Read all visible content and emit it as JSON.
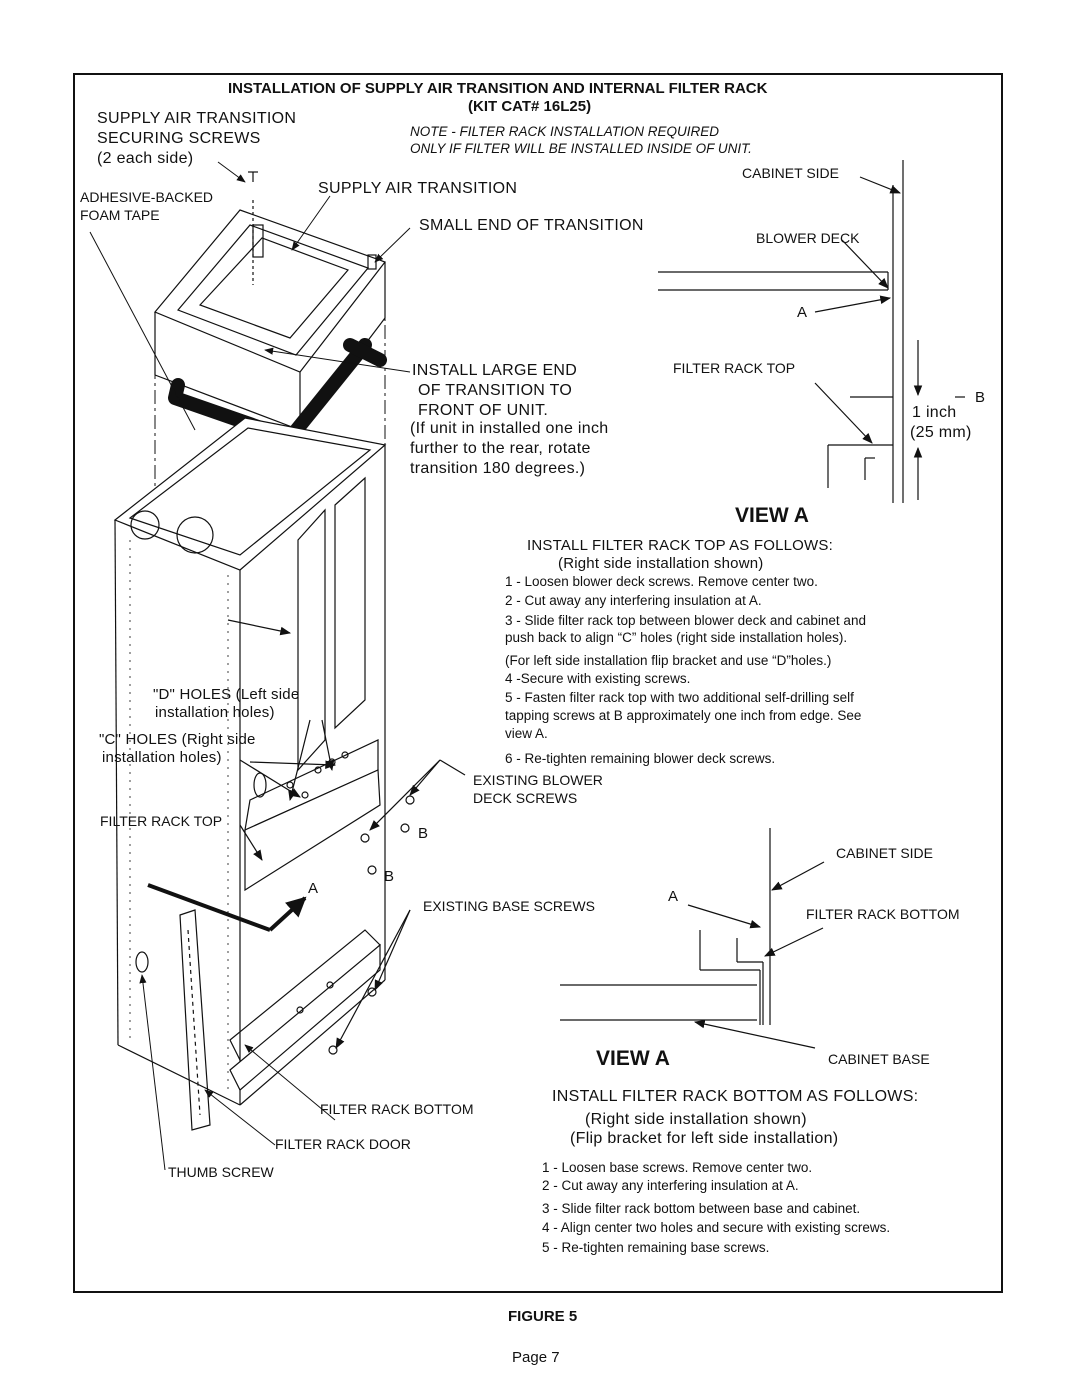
{
  "title_line1": "INSTALLATION OF SUPPLY AIR TRANSITION AND INTERNAL FILTER RACK",
  "title_line2": "(KIT CAT# 16L25)",
  "note_line1": "NOTE - FILTER RACK INSTALLATION REQUIRED",
  "note_line2": "ONLY IF FILTER WILL BE INSTALLED INSIDE OF UNIT.",
  "labels": {
    "supply_transition_screws_1": "SUPPLY AIR TRANSITION",
    "supply_transition_screws_2": "SECURING SCREWS",
    "supply_transition_screws_3": "(2 each side)",
    "foam_tape_1": "ADHESIVE-BACKED",
    "foam_tape_2": "FOAM TAPE",
    "supply_air_transition": "SUPPLY AIR TRANSITION",
    "small_end": "SMALL END OF TRANSITION",
    "install_large_1": "INSTALL LARGE END",
    "install_large_2": "OF TRANSITION TO",
    "install_large_3": "FRONT OF UNIT.",
    "install_large_4": "(If unit in installed one inch",
    "install_large_5": "further to the rear, rotate",
    "install_large_6": "transition 180 degrees.)",
    "d_holes_1": "\"D\" HOLES (Left side",
    "d_holes_2": "installation holes)",
    "c_holes_1": "\"C\" HOLES (Right side",
    "c_holes_2": "installation holes)",
    "filter_rack_top_main": "FILTER RACK TOP",
    "b1": "B",
    "b2": "B",
    "a_main": "A",
    "existing_blower_1": "EXISTING BLOWER",
    "existing_blower_2": "DECK SCREWS",
    "existing_base": "EXISTING BASE SCREWS",
    "filter_rack_bottom_main": "FILTER RACK BOTTOM",
    "filter_rack_door": "FILTER RACK DOOR",
    "thumb_screw": "THUMB SCREW"
  },
  "view_top": {
    "cabinet_side": "CABINET SIDE",
    "blower_deck": "BLOWER DECK",
    "a": "A",
    "filter_rack_top": "FILTER RACK TOP",
    "b": "B",
    "inch": "1 inch",
    "mm": "(25 mm)",
    "heading": "VIEW A",
    "instructions_title": "INSTALL FILTER RACK TOP AS FOLLOWS:",
    "instructions_sub": "(Right side installation shown)",
    "steps": [
      "1 - Loosen blower deck screws. Remove center two.",
      "2 - Cut away any interfering insulation at A.",
      "3 - Slide filter rack top between blower deck and cabinet and",
      "push back to align “C” holes (right side installation holes).",
      "(For left side installation flip bracket and use “D”holes.)",
      "4 -Secure with existing screws.",
      "5 - Fasten filter rack top with two additional self-drilling self",
      "tapping screws at B approximately one inch from edge. See",
      "view A.",
      "6 - Re-tighten remaining blower deck screws."
    ]
  },
  "view_bottom": {
    "cabinet_side": "CABINET SIDE",
    "a": "A",
    "filter_rack_bottom": "FILTER RACK BOTTOM",
    "cabinet_base": "CABINET BASE",
    "heading": "VIEW A",
    "instructions_title": "INSTALL FILTER RACK BOTTOM AS FOLLOWS:",
    "instructions_sub1": "(Right side installation shown)",
    "instructions_sub2": "(Flip bracket for left side installation)",
    "steps": [
      "1 - Loosen base screws. Remove center two.",
      "2 - Cut away any interfering insulation at A.",
      "3 - Slide filter rack bottom between base and cabinet.",
      "4 - Align center two holes and secure with existing screws.",
      "5 - Re-tighten remaining base screws."
    ]
  },
  "figure": "FIGURE 5",
  "page": "Page 7"
}
